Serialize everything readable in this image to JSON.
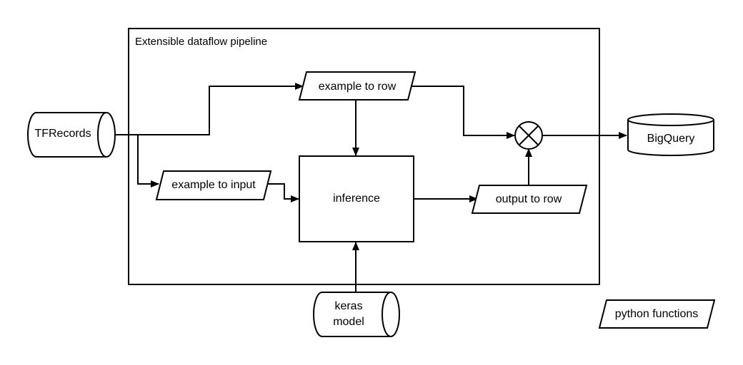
{
  "pipeline": {
    "title": "Extensible dataflow pipeline"
  },
  "nodes": {
    "tfrecords": "TFRecords",
    "bigquery": "BigQuery",
    "keras_model": [
      "keras",
      "model"
    ],
    "example_to_row": "example to row",
    "example_to_input": "example to input",
    "inference": "inference",
    "output_to_row": "output to row",
    "legend": "python functions"
  }
}
